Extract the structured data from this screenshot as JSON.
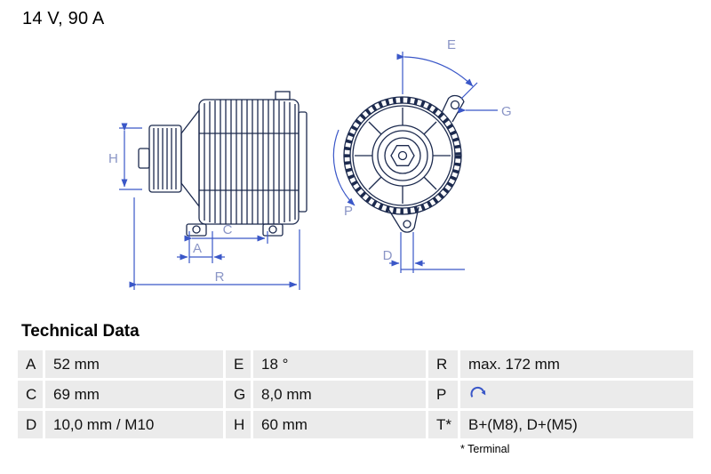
{
  "product": {
    "rating": "14 V, 90 A"
  },
  "diagram": {
    "labels": {
      "H": "H",
      "A": "A",
      "C": "C",
      "R": "R",
      "E": "E",
      "G": "G",
      "P": "P",
      "D": "D"
    }
  },
  "technical": {
    "title": "Technical Data",
    "rows": [
      [
        {
          "label": "A",
          "value": "52 mm"
        },
        {
          "label": "E",
          "value": "18 °"
        },
        {
          "label": "R",
          "value": "max. 172 mm"
        }
      ],
      [
        {
          "label": "C",
          "value": "69 mm"
        },
        {
          "label": "G",
          "value": "8,0 mm"
        },
        {
          "label": "P",
          "value": "",
          "icon": "rotation-clockwise-icon"
        }
      ],
      [
        {
          "label": "D",
          "value": "10,0 mm / M10"
        },
        {
          "label": "H",
          "value": "60 mm"
        },
        {
          "label": "T*",
          "value": "B+(M8), D+(M5)"
        }
      ]
    ],
    "footnote": "* Terminal"
  },
  "colors": {
    "drawing_line": "#1c2a4e",
    "dimension_line": "#3a57c8",
    "dimension_label": "#8a95c6",
    "table_row_bg": "#ebebeb",
    "text": "#000000"
  }
}
